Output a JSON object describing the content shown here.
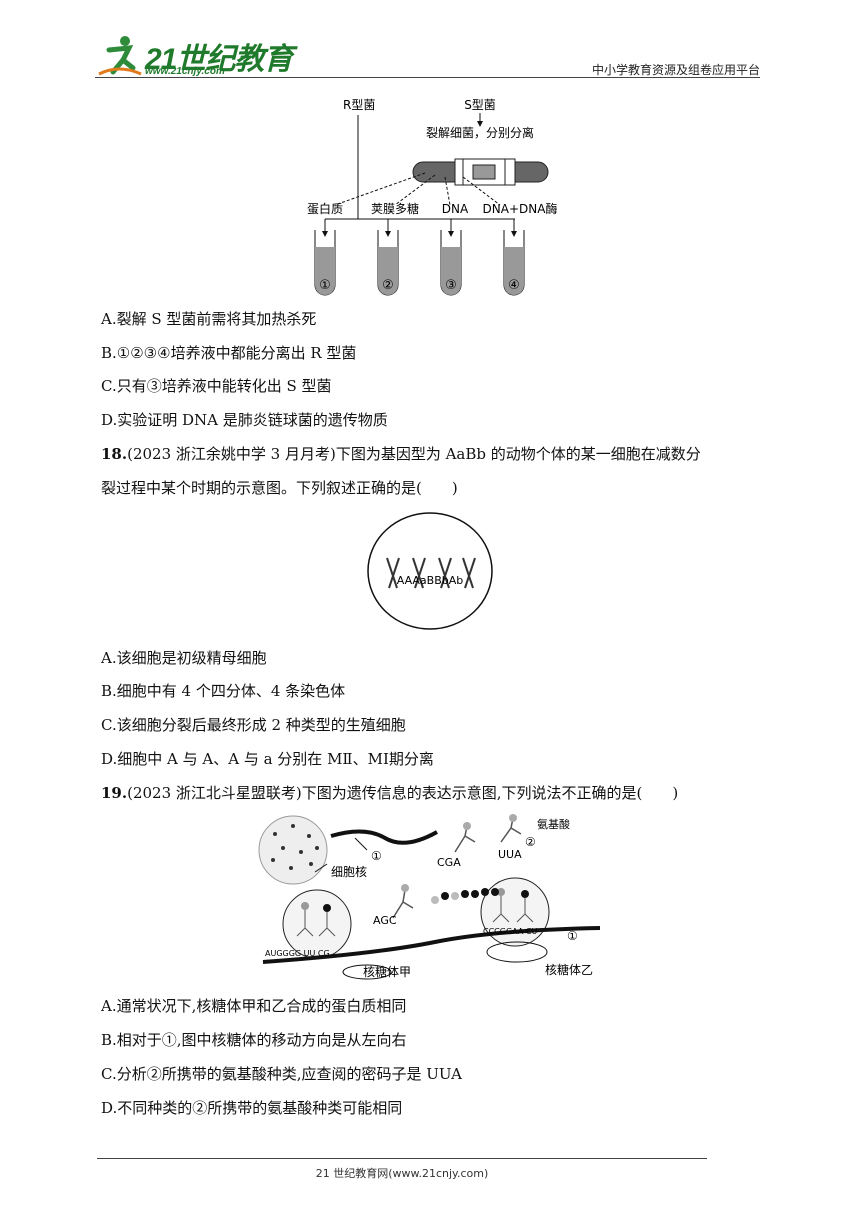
{
  "header": {
    "logo_text": "21世纪教育",
    "logo_url": "www.21cnjy.com",
    "right_text": "中小学教育资源及组卷应用平台"
  },
  "figure17": {
    "r_label": "R型菌",
    "s_label": "S型菌",
    "process_label": "裂解细菌，分别分离",
    "components": [
      "蛋白质",
      "荚膜多糖",
      "DNA",
      "DNA+DNA酶"
    ],
    "tubes": [
      "①",
      "②",
      "③",
      "④"
    ]
  },
  "q17_options": [
    "A.裂解 S 型菌前需将其加热杀死",
    "B.①②③④培养液中都能分离出 R 型菌",
    "C.只有③培养液中能转化出 S 型菌",
    "D.实验证明 DNA 是肺炎链球菌的遗传物质"
  ],
  "q18": {
    "number": "18.",
    "stem_line1": "(2023 浙江余姚中学 3 月月考)下图为基因型为 AaBb 的动物个体的某一细胞在减数分",
    "stem_line2": "裂过程中某个时期的示意图。下列叙述正确的是(　　)",
    "cell_labels": "AAAaBBbAb",
    "options": [
      "A.该细胞是初级精母细胞",
      "B.细胞中有 4 个四分体、4 条染色体",
      "C.该细胞分裂后最终形成 2 种类型的生殖细胞",
      "D.细胞中 A 与 A、A 与 a 分别在 MⅡ、MⅠ期分离"
    ]
  },
  "q19": {
    "number": "19.",
    "stem": "(2023 浙江北斗星盟联考)下图为遗传信息的表达示意图,下列说法不正确的是(　　)",
    "figure": {
      "amino_acid": "氨基酸",
      "nucleus": "细胞核",
      "ribosome_a": "核糖体甲",
      "ribosome_b": "核糖体乙",
      "mark1": "①",
      "mark2": "②",
      "anticodon1": "CGA",
      "anticodon2": "AGC",
      "anticodon3": "UUA",
      "codons_left": "AUGGGG UU CG",
      "codons_right": "CCCGGAA CU"
    },
    "options": [
      "A.通常状况下,核糖体甲和乙合成的蛋白质相同",
      "B.相对于①,图中核糖体的移动方向是从左向右",
      "C.分析②所携带的氨基酸种类,应查阅的密码子是 UUA",
      "D.不同种类的②所携带的氨基酸种类可能相同"
    ]
  },
  "footer": {
    "text": "21 世纪教育网(www.21cnjy.com)"
  }
}
